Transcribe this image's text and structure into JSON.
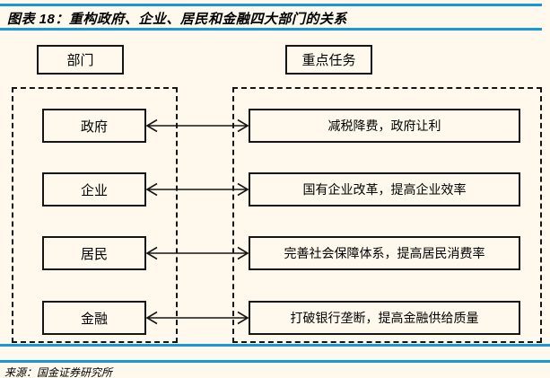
{
  "title": "图表 18：重构政府、企业、居民和金融四大部门的关系",
  "headers": {
    "left": "部门",
    "right": "重点任务"
  },
  "rows": [
    {
      "dept": "政府",
      "task": "减税降费，政府让利"
    },
    {
      "dept": "企业",
      "task": "国有企业改革，提高企业效率"
    },
    {
      "dept": "居民",
      "task": "完善社会保障体系，提高居民消费率"
    },
    {
      "dept": "金融",
      "task": "打破银行垄断，提高金融供给质量"
    }
  ],
  "source": "来源：国金证券研究所",
  "colors": {
    "accent_blue": "#1898D5",
    "background": "#FEF9EC",
    "line_black": "#151515"
  }
}
